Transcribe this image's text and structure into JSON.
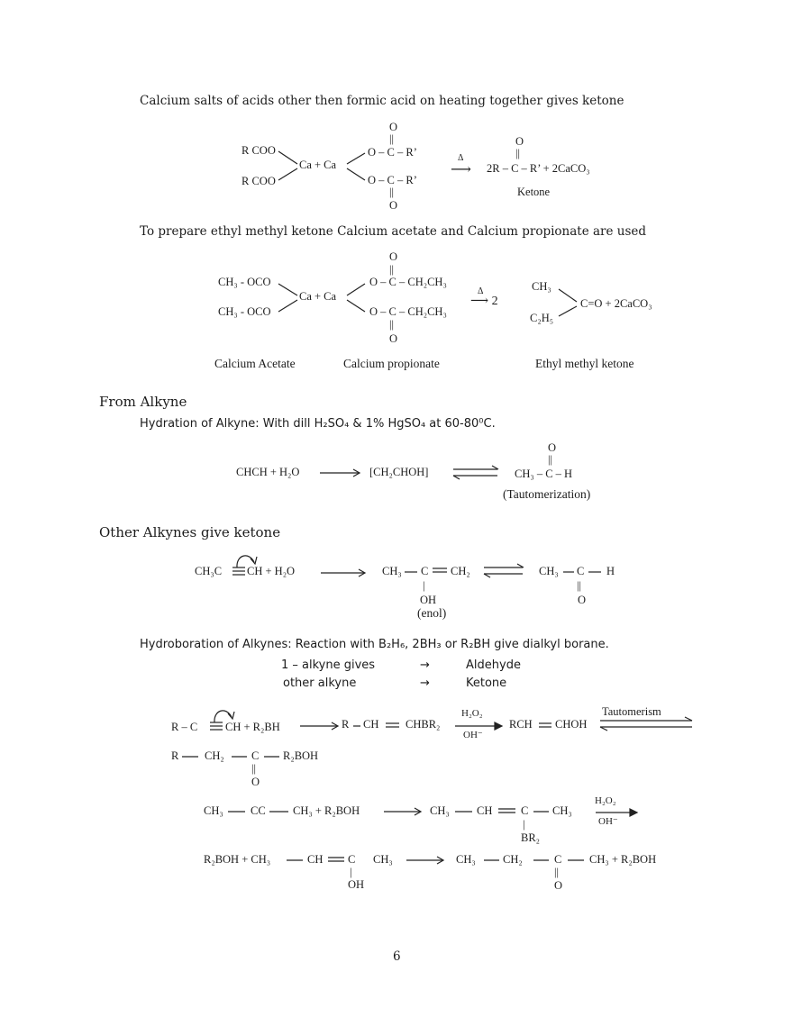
{
  "intro_text": "Calcium salts of acids other then formic acid on heating together gives ketone",
  "eq1": {
    "r1": "R COO",
    "r2": "R COO",
    "ca": "Ca + Ca",
    "o_top": "O",
    "dbl": "||",
    "ester_top": "O – C – R’",
    "ester_bot": "O – C – R’",
    "o_bot": "O",
    "delta": "Δ",
    "arrow": "⟶",
    "prod_o": "O",
    "prod": "2R – C – R’ + 2CaCO₃",
    "prod_label": "Ketone"
  },
  "prep_text": "To prepare ethyl methyl ketone Calcium acetate and Calcium propionate are used",
  "eq2": {
    "l1": "CH₃ -  OCO",
    "l2": "CH₃ -  OCO",
    "ca": "Ca + Ca",
    "o_top": "O",
    "dbl": "||",
    "e_top": "O – C – CH₂CH₃",
    "e_bot": "O – C – CH₂CH₃",
    "o_bot": "O",
    "delta": "Δ",
    "arrow": "⟶ 2",
    "p_ch3": "CH₃",
    "p_c2h5": "C₂H₅",
    "p_main": "C=O + 2CaCO₃",
    "lbl_acetate": "Calcium Acetate",
    "lbl_propionate": "Calcium propionate",
    "lbl_emk": "Ethyl methyl ketone"
  },
  "from_alkyne": "From Alkyne",
  "hydration": {
    "label": "Hydration of Alkyne",
    "text": ": With dill H₂SO₄ & 1% HgSO₄ at 60-80⁰C."
  },
  "eq3": {
    "left": "CHCH + H₂O",
    "mid": "[CH₂CHOH]",
    "o": "O",
    "dbl": "||",
    "right": "CH₃ – C – H",
    "tauto": "(Tautomerization)"
  },
  "other_alkynes": "Other Alkynes give ketone",
  "eq4": {
    "a": "CH₃C",
    "b": "CH + H₂O",
    "c1": "CH₃",
    "c2": "C",
    "c3": "CH₂",
    "oh": "OH",
    "enol": "(enol)",
    "d1": "CH₃",
    "d2": "C",
    "d3": "H",
    "d_o": "O",
    "bar": "|",
    "dbl": "||"
  },
  "hydroboration": {
    "label": "Hydroboration of Alkynes:",
    "text": " Reaction with B₂H₆, 2BH₃ or R₂BH give dialkyl borane."
  },
  "table": [
    {
      "a": "1 – alkyne gives",
      "arrow": "→",
      "b": "Aldehyde"
    },
    {
      "a": "other alkyne",
      "arrow": "→",
      "b": "Ketone"
    }
  ],
  "eq5": {
    "a": "R – C",
    "b": "CH + R₂BH",
    "c": "R",
    "d": "CH",
    "e": "CHBR₂",
    "h2o2": "H₂O₂",
    "oh": "OH⁻",
    "f": "RCH",
    "g": "CHOH",
    "tauto": "Tautomerism",
    "r2_a": "R",
    "r2_b": "CH₂",
    "r2_c": "C",
    "r2_d": "R₂BOH",
    "r2_o": "O",
    "dbl": "||"
  },
  "eq6": {
    "a": "CH₃",
    "b": "CC",
    "c": "CH₃ + R₂BOH",
    "d": "CH₃",
    "e": "CH",
    "f": "C",
    "g": "CH₃",
    "br2": "BR₂",
    "h2o2": "H₂O₂",
    "oh": "OH⁻",
    "bar": "|"
  },
  "eq7": {
    "a": "R₂BOH + CH₃",
    "b": "CH",
    "c": "C",
    "d": "CH₃",
    "oh": "OH",
    "e": "CH₃",
    "f": "CH₂",
    "g": "C",
    "h": "CH₃ + R₂BOH",
    "o": "O",
    "bar": "|",
    "dbl": "||"
  },
  "page_number": "6"
}
